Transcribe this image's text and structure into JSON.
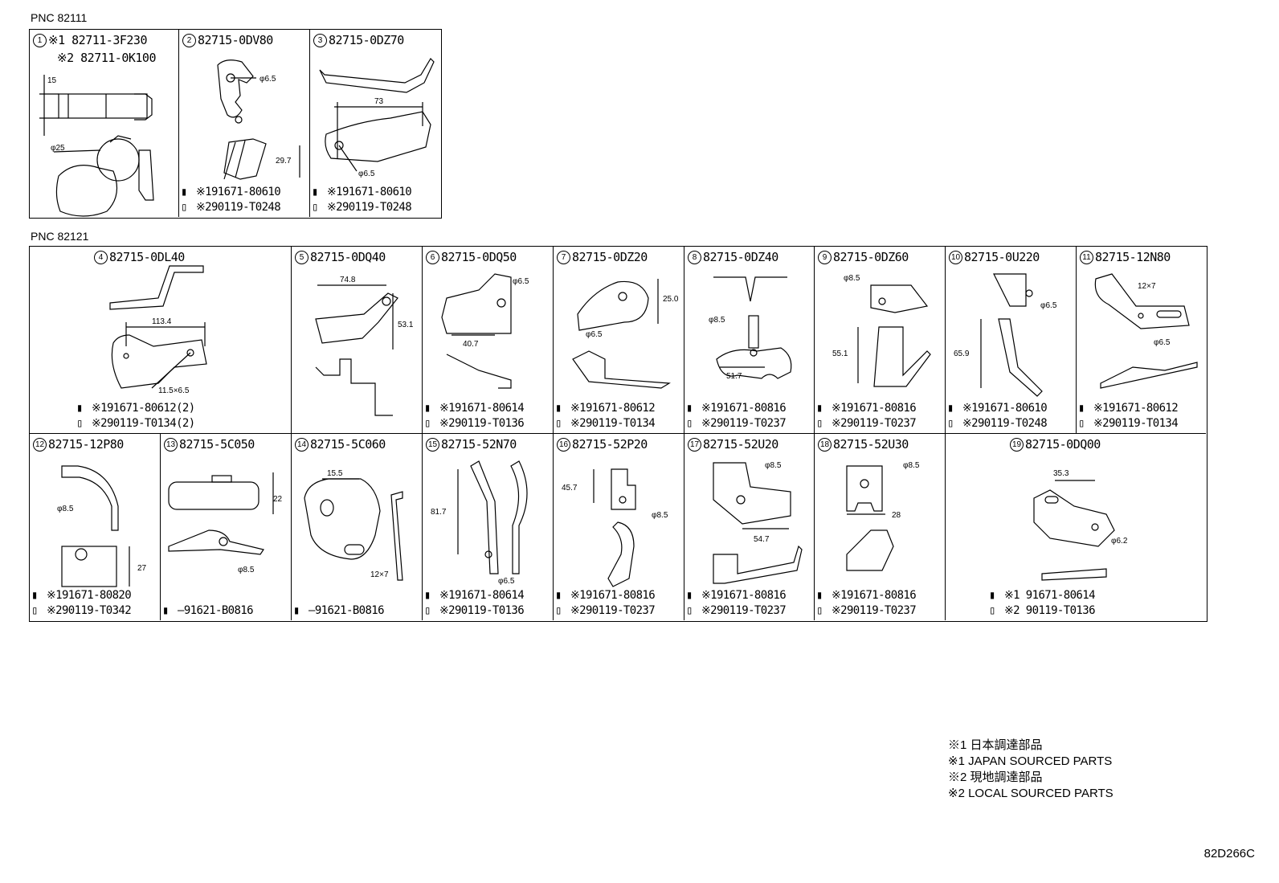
{
  "pnc_top": "PNC 82111",
  "pnc_mid": "PNC 82121",
  "p1": {
    "n": "1",
    "l1": "※1 82711-3F230",
    "l2": "※2 82711-0K100",
    "d1": "15",
    "d2": "φ25"
  },
  "p2": {
    "n": "2",
    "pn": "82715-0DV80",
    "d1": "φ6.5",
    "d2": "29.7",
    "f1": "※191671-80610",
    "f2": "※290119-T0248"
  },
  "p3": {
    "n": "3",
    "pn": "82715-0DZ70",
    "d1": "73",
    "d2": "φ6.5",
    "f1": "※191671-80610",
    "f2": "※290119-T0248"
  },
  "p4": {
    "n": "4",
    "pn": "82715-0DL40",
    "d1": "113.4",
    "d2": "11.5×6.5",
    "f1": "※191671-80612(2)",
    "f2": "※290119-T0134(2)"
  },
  "p5": {
    "n": "5",
    "pn": "82715-0DQ40",
    "d1": "74.8",
    "d2": "53.1"
  },
  "p6": {
    "n": "6",
    "pn": "82715-0DQ50",
    "d1": "φ6.5",
    "d2": "40.7",
    "f1": "※191671-80614",
    "f2": "※290119-T0136"
  },
  "p7": {
    "n": "7",
    "pn": "82715-0DZ20",
    "d1": "25.0",
    "d2": "φ6.5",
    "f1": "※191671-80612",
    "f2": "※290119-T0134"
  },
  "p8": {
    "n": "8",
    "pn": "82715-0DZ40",
    "d1": "φ8.5",
    "d2": "51.7",
    "f1": "※191671-80816",
    "f2": "※290119-T0237"
  },
  "p9": {
    "n": "9",
    "pn": "82715-0DZ60",
    "d1": "φ8.5",
    "d2": "55.1",
    "f1": "※191671-80816",
    "f2": "※290119-T0237"
  },
  "p10": {
    "n": "10",
    "pn": "82715-0U220",
    "d1": "φ6.5",
    "d2": "65.9",
    "f1": "※191671-80610",
    "f2": "※290119-T0248"
  },
  "p11": {
    "n": "11",
    "pn": "82715-12N80",
    "d1": "12×7",
    "d2": "φ6.5",
    "f1": "※191671-80612",
    "f2": "※290119-T0134"
  },
  "p12": {
    "n": "12",
    "pn": "82715-12P80",
    "d1": "φ8.5",
    "d2": "27",
    "f1": "※191671-80820",
    "f2": "※290119-T0342"
  },
  "p13": {
    "n": "13",
    "pn": "82715-5C050",
    "d1": "22",
    "d2": "φ8.5",
    "f1": "91621-B0816"
  },
  "p14": {
    "n": "14",
    "pn": "82715-5C060",
    "d1": "15.5",
    "d2": "12×7",
    "f1": "91621-B0816"
  },
  "p15": {
    "n": "15",
    "pn": "82715-52N70",
    "d1": "81.7",
    "d2": "φ6.5",
    "f1": "※191671-80614",
    "f2": "※290119-T0136"
  },
  "p16": {
    "n": "16",
    "pn": "82715-52P20",
    "d1": "45.7",
    "d2": "φ8.5",
    "f1": "※191671-80816",
    "f2": "※290119-T0237"
  },
  "p17": {
    "n": "17",
    "pn": "82715-52U20",
    "d1": "φ8.5",
    "d2": "54.7",
    "f1": "※191671-80816",
    "f2": "※290119-T0237"
  },
  "p18": {
    "n": "18",
    "pn": "82715-52U30",
    "d1": "φ8.5",
    "d2": "28",
    "f1": "※191671-80816",
    "f2": "※290119-T0237"
  },
  "p19": {
    "n": "19",
    "pn": "82715-0DQ00",
    "d1": "35.3",
    "d2": "φ6.2",
    "f1": "※1  91671-80614",
    "f2": "※2  90119-T0136"
  },
  "legend": [
    "※1 日本調達部品",
    "※1 JAPAN SOURCED PARTS",
    "※2 現地調達部品",
    "※2 LOCAL SOURCED PARTS"
  ],
  "drawing_code": "82D266C"
}
